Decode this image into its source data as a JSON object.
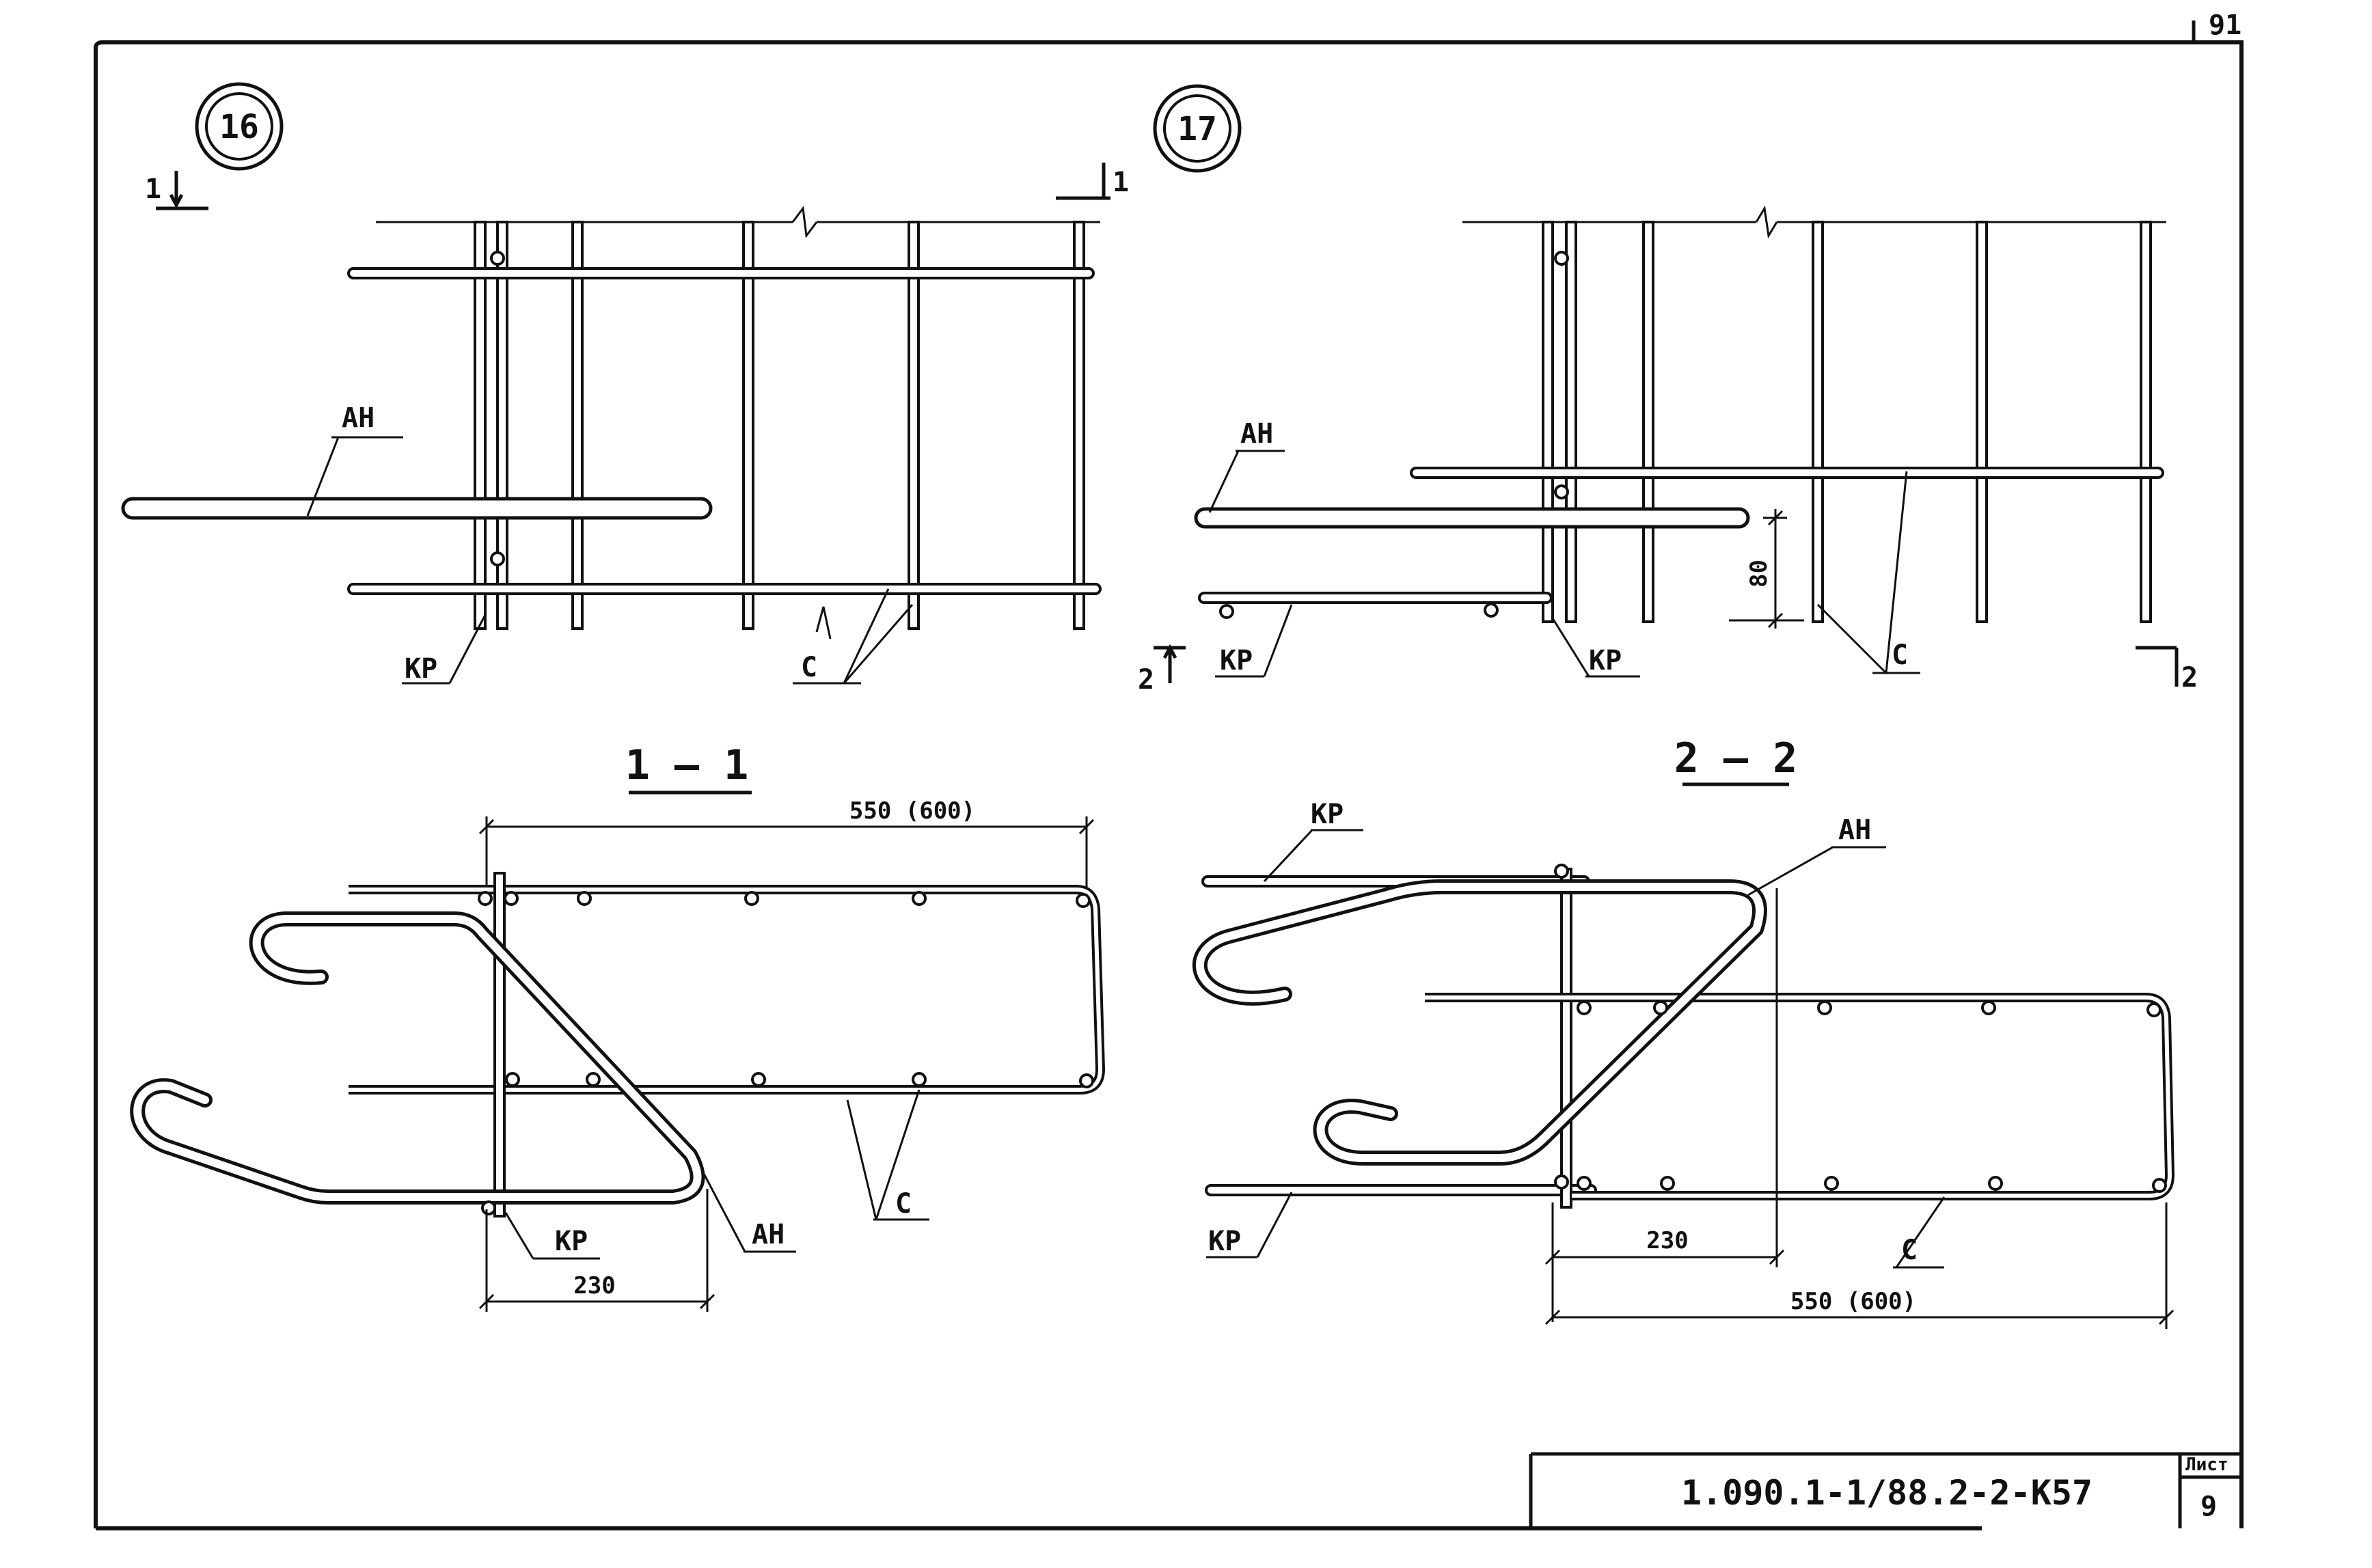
{
  "sheet": {
    "corner_number": "91",
    "document_code": "1.090.1-1/88.2-2-К57",
    "sheet_label": "Лист",
    "sheet_number": "9"
  },
  "node16": {
    "marker": "16",
    "section_mark_left": "1",
    "section_mark_right": "1",
    "label_an": "АН",
    "label_kr": "КР",
    "label_c": "С"
  },
  "node17": {
    "marker": "17",
    "section_mark_left": "2",
    "section_mark_right": "2",
    "label_an": "АН",
    "label_kr_left": "КР",
    "label_kr_right": "КР",
    "label_c": "С",
    "dim_80": "80"
  },
  "section11": {
    "title": "1 – 1",
    "dim_width": "550 (600)",
    "dim_230": "230",
    "label_kr": "КР",
    "label_an": "АН",
    "label_c": "С"
  },
  "section22": {
    "title": "2 – 2",
    "dim_width": "550 (600)",
    "dim_230": "230",
    "label_kr_top": "КР",
    "label_kr_bottom": "КР",
    "label_an": "АН",
    "label_c": "С"
  }
}
